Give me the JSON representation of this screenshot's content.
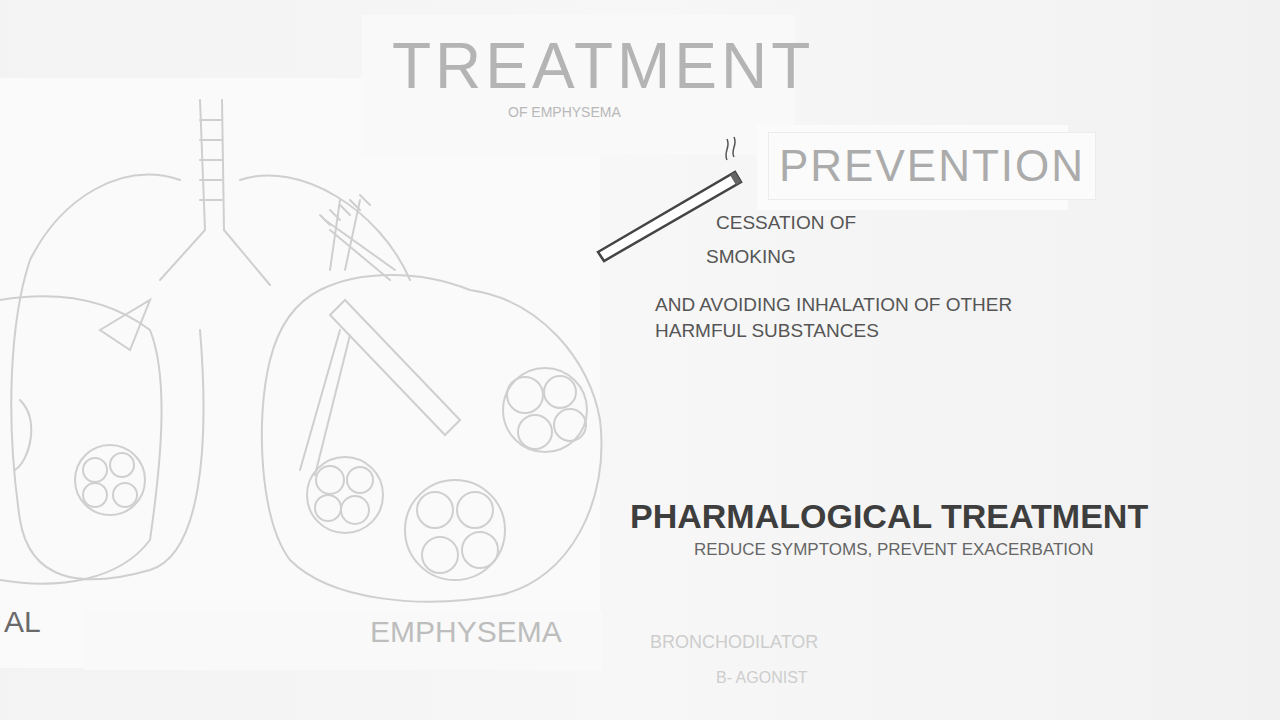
{
  "diagram": {
    "title": "TREATMENT",
    "nodes": [
      {
        "text": [
          "PREVENTION"
        ]
      }
    ],
    "labels": [
      "OF EMPHYSEMA",
      "CESSATION OF SMOKING",
      "AND AVOIDING INHALATION OF OTHER HARMFUL SUBSTANCES",
      "PHARMALOGICAL TREATMENT",
      "REDUCE SYMPTOMS, PREVENT EXACERBATION",
      "AL",
      "EMPHYSEMA",
      "BRONCHODILATOR",
      "B- AGONIST"
    ]
  }
}
